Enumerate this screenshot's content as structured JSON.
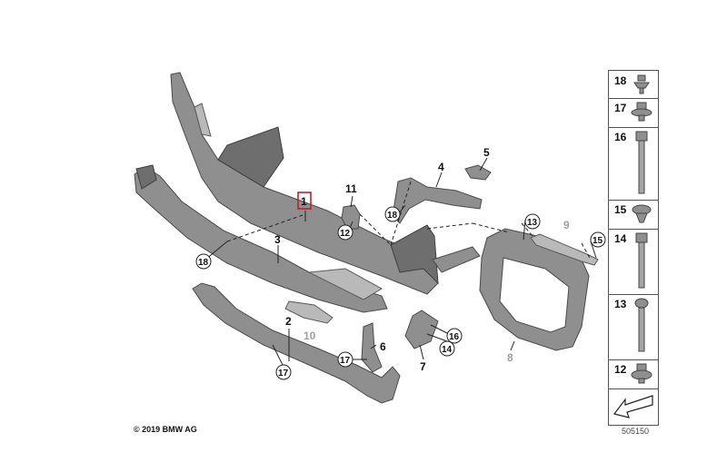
{
  "callouts": {
    "c1": "1",
    "c2": "2",
    "c3": "3",
    "c4": "4",
    "c5": "5",
    "c6": "6",
    "c7": "7",
    "c8": "8",
    "c9": "9",
    "c10": "10",
    "c11": "11",
    "c12": "12",
    "c13": "13",
    "c14": "14",
    "c15": "15",
    "c16": "16",
    "c17": "17",
    "c18": "18"
  },
  "legend": {
    "items": [
      "18",
      "17",
      "16",
      "15",
      "14",
      "13",
      "12"
    ]
  },
  "copyright": "© 2019 BMW AG",
  "reference_number": "505150",
  "colors": {
    "part_fill": "#8f8f8f",
    "highlight_box": "#c0202a"
  }
}
